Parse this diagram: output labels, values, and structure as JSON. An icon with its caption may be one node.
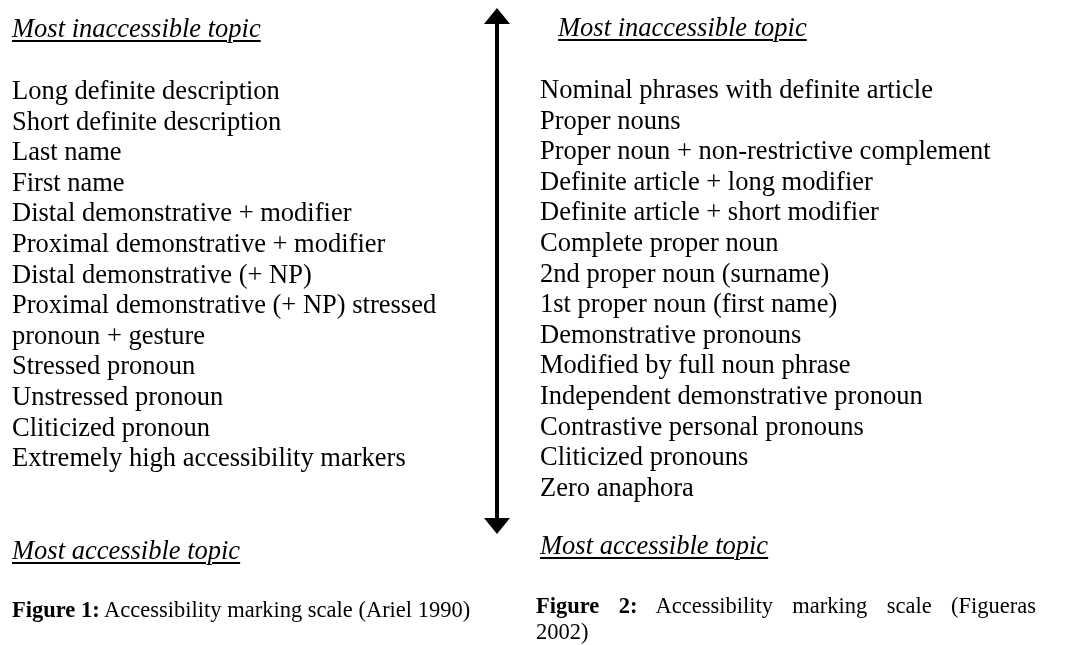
{
  "diagram": {
    "labels": [
      "Most inaccessible topic",
      "Long definite description",
      "Short definite description",
      "Last name",
      "First name",
      "Distal demonstrative + modifier",
      "Proximal demonstrative + modifier",
      "Distal demonstrative (+ NP)",
      "Proximal demonstrative (+ NP) stressed pronoun + gesture",
      "Stressed pronoun",
      "Unstressed pronoun",
      "Cliticized pronoun",
      "Extremely high accessibility markers",
      "Most accessible topic",
      "**Figure 1:** Accessibility marking scale (Ariel 1990)",
      "Most inaccessible topic",
      "Nominal phrases with definite article",
      "Proper nouns",
      "Proper noun + non-restrictive complement",
      "Definite article + long modifier",
      "Definite article + short modifier",
      "Complete proper noun",
      "2nd proper noun (surname)",
      "1st proper noun (first name)",
      "Demonstrative pronouns",
      "Modified by full noun phrase",
      "Independent demonstrative pronoun",
      "Contrastive personal pronouns",
      "Cliticized pronouns",
      "Zero anaphora",
      "Most accessible topic",
      "**Figure 2:** Accessibility marking scale (Figueras 2002)"
    ]
  }
}
